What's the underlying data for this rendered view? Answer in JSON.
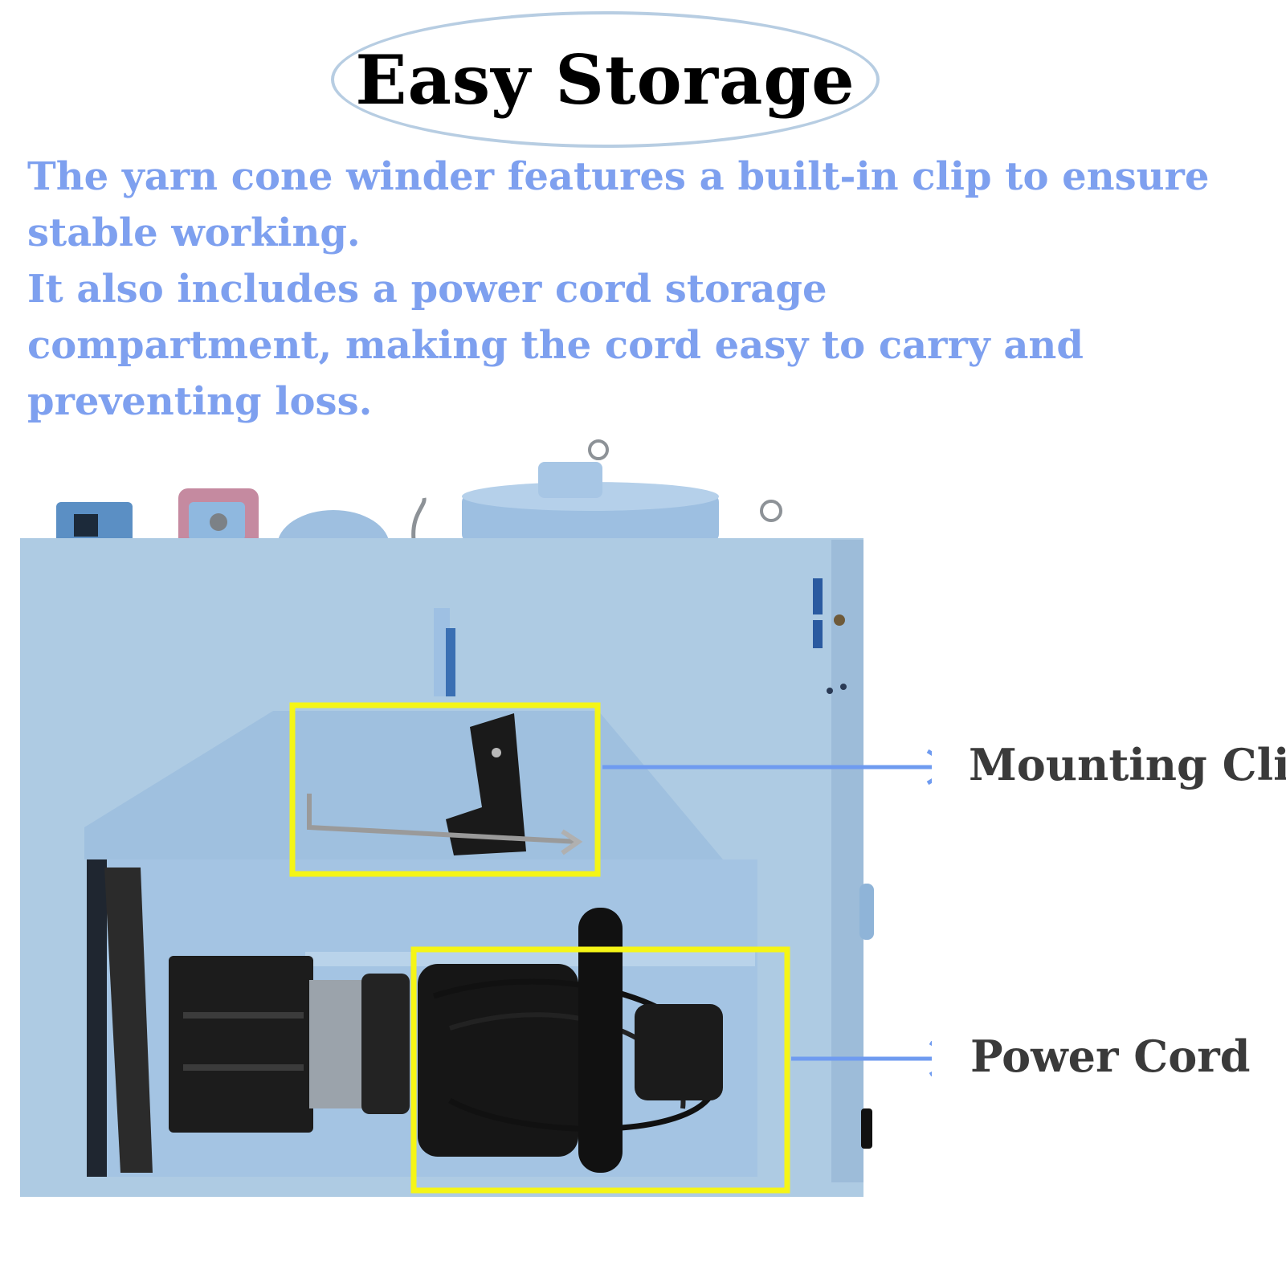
{
  "title": "Easy Storage",
  "description": {
    "line1": "The yarn cone winder features a built-in clip to ensure",
    "line2": "stable working.",
    "line3": "It also includes a power cord storage",
    "line4": "compartment, making the cord easy to carry and",
    "line5": "preventing loss."
  },
  "callouts": {
    "mounting_clip": "Mounting Clip",
    "power_cord": "Power Cord"
  },
  "colors": {
    "description_text": "#7ea0ef",
    "title_oval": "#b7cde2",
    "highlight_box": "#f5f516",
    "arrow": "#6f9bf0",
    "product_body": "#aecbe3"
  }
}
